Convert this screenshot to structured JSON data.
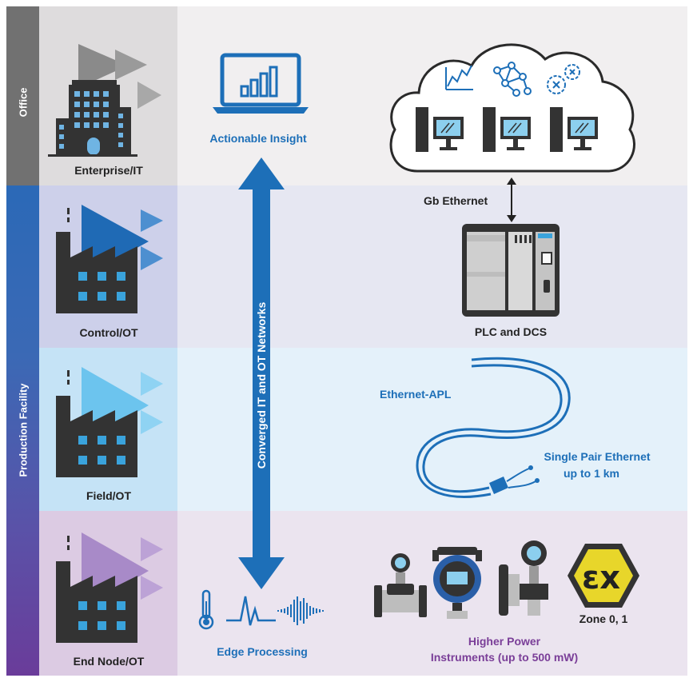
{
  "sidebar": {
    "office_label": "Office",
    "production_label": "Production Facility"
  },
  "tiers": {
    "enterprise": "Enterprise/IT",
    "control": "Control/OT",
    "field": "Field/OT",
    "end_node": "End Node/OT"
  },
  "middle": {
    "actionable_insight": "Actionable Insight",
    "converged_networks": "Converged IT and OT Networks",
    "edge_processing": "Edge Processing"
  },
  "right": {
    "gb_ethernet": "Gb Ethernet",
    "plc_dcs": "PLC and DCS",
    "ethernet_apl": "Ethernet-APL",
    "spe_line1": "Single Pair Ethernet",
    "spe_line2": "up to 1 km",
    "zone": "Zone 0, 1",
    "higher_power_line1": "Higher Power",
    "higher_power_line2": "Instruments (up to 500 mW)",
    "ex_symbol_text": "εx"
  },
  "colors": {
    "office_band": "#f1eff0",
    "control_band": "#e6e7f2",
    "field_band": "#e4f1fa",
    "end_band": "#ebe4ef",
    "accent_blue": "#1d6fb8",
    "purple": "#7a3e98",
    "ex_yellow": "#e8d62a"
  }
}
